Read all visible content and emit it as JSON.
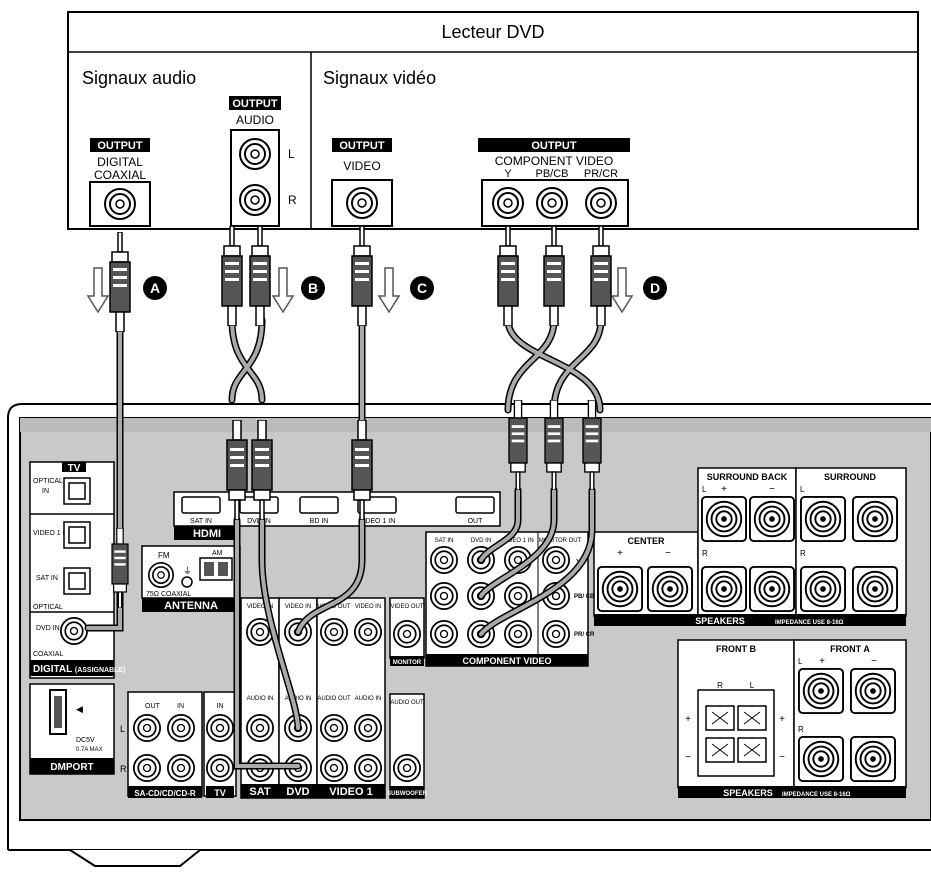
{
  "dvd": {
    "title": "Lecteur DVD",
    "audio_section": "Signaux audio",
    "video_section": "Signaux vidéo",
    "output_tag": "OUTPUT",
    "digital": "DIGITAL",
    "coaxial": "COAXIAL",
    "audio": "AUDIO",
    "left": "L",
    "right": "R",
    "video": "VIDEO",
    "component_video": "COMPONENT VIDEO",
    "y": "Y",
    "pb_cb": "PB/CB",
    "pr_cr": "PR/CR"
  },
  "cables": {
    "a": "A",
    "b": "B",
    "c": "C",
    "d": "D"
  },
  "receiver": {
    "tv_tag": "TV",
    "optical": "OPTICAL",
    "in": "IN",
    "video1_in": "VIDEO 1 IN",
    "sat_in": "SAT IN",
    "optical_label": "OPTICAL",
    "dvd_in": "DVD IN",
    "coaxial_label": "COAXIAL",
    "digital_assignable": "DIGITAL",
    "assignable": "(ASSIGNABLE)",
    "hdmi": "HDMI",
    "hdmi_sat_in": "SAT IN",
    "hdmi_dvd_in": "DVD IN",
    "hdmi_bd_in": "BD IN",
    "hdmi_video1_in": "VIDEO 1 IN",
    "hdmi_out": "OUT",
    "fm": "FM",
    "am": "AM",
    "coaxial_75": "75Ω COAXIAL",
    "antenna": "ANTENNA",
    "dcsv": "DC5V",
    "max": "0.7A  MAX",
    "dmport": "DMPORT",
    "out": "OUT",
    "video_in": "VIDEO IN",
    "video_out": "VIDEO OUT",
    "audio_in": "AUDIO IN",
    "audio_out": "AUDIO OUT",
    "sacd": "SA-CD/CD/CD-R",
    "tv": "TV",
    "sat": "SAT",
    "dvd": "DVD",
    "video1": "VIDEO 1",
    "subwoofer": "SUBWOOFER",
    "monitor": "MONITOR",
    "comp_sat_in": "SAT IN",
    "comp_dvd_in": "DVD IN",
    "comp_video1_in": "VIDEO 1 IN",
    "monitor_out": "MONITOR OUT",
    "comp_y": "Y",
    "comp_pb": "PB/ CB",
    "comp_pr": "PR/ CR",
    "component_video": "COMPONENT VIDEO",
    "center": "CENTER",
    "surround_back": "SURROUND BACK",
    "surround": "SURROUND",
    "speakers": "SPEAKERS",
    "impedance": "IMPEDANCE USE 8-16Ω",
    "front_b": "FRONT B",
    "front_a": "FRONT A",
    "plus": "+",
    "minus": "−"
  }
}
